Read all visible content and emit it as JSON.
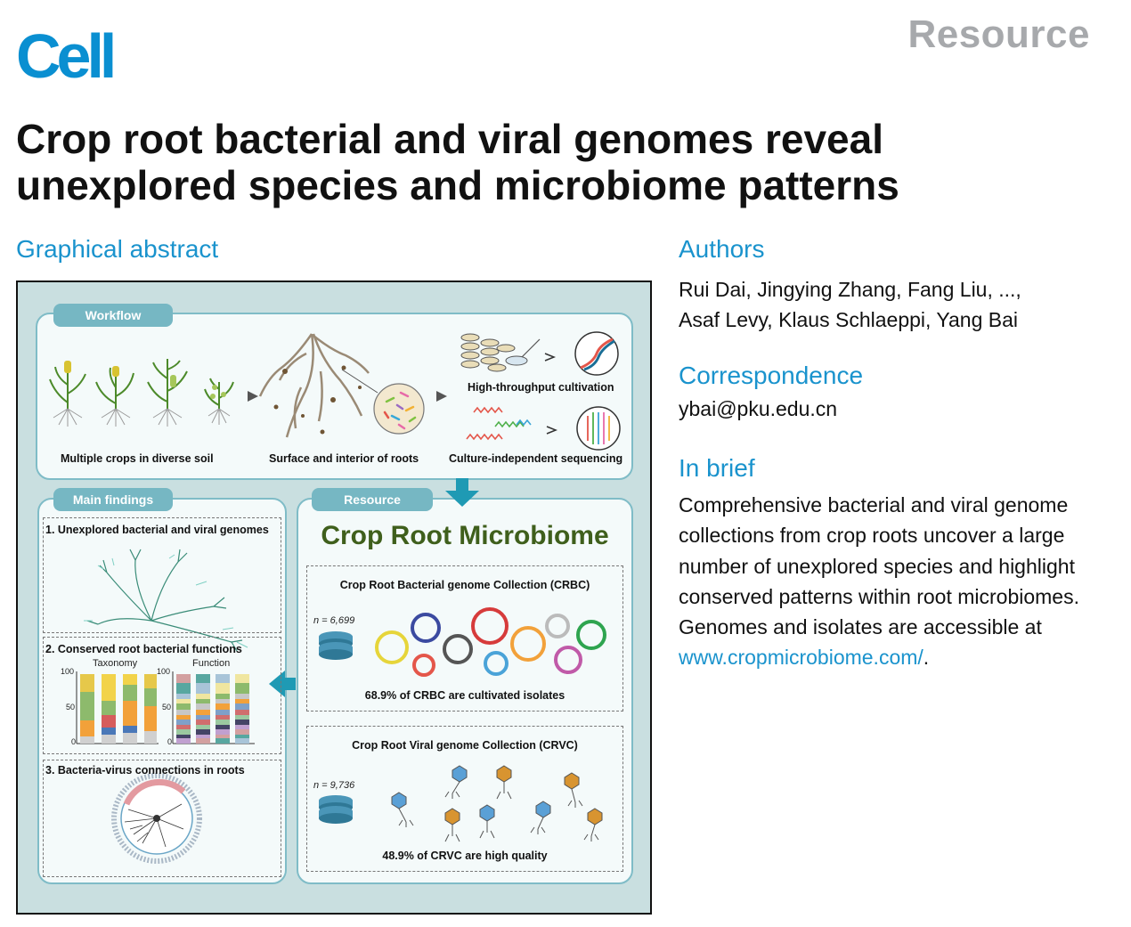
{
  "header": {
    "logo": "Cell",
    "doc_type": "Resource",
    "title_lines": [
      "Crop root bacterial and viral genomes reveal",
      "unexplored species and microbiome patterns"
    ]
  },
  "sections": {
    "graphical_abstract": "Graphical abstract",
    "authors": "Authors",
    "correspondence": "Correspondence",
    "in_brief": "In brief"
  },
  "authors_lines": [
    "Rui Dai, Jingying Zhang, Fang Liu, ...,",
    "Asaf Levy, Klaus Schlaeppi, Yang Bai"
  ],
  "correspondence_email": "ybai@pku.edu.cn",
  "in_brief": {
    "text": "Comprehensive bacterial and viral genome collections from crop roots uncover a large number of unexplored species and highlight conserved patterns within root microbiomes. Genomes and isolates are accessible at",
    "link_text": "www.cropmicrobiome.com/",
    "end": "."
  },
  "abstract": {
    "workflow": {
      "tab": "Workflow",
      "label_crops": "Multiple crops in diverse soil",
      "label_roots": "Surface and interior of roots",
      "label_cultivation": "High-throughput cultivation",
      "label_sequencing": "Culture-independent sequencing"
    },
    "main_findings": {
      "tab": "Main findings",
      "f1": "1. Unexplored bacterial and viral genomes",
      "f2": "2. Conserved root bacterial functions",
      "f2_taxonomy": "Taxonomy",
      "f2_function": "Function",
      "f3": "3. Bacteria-virus connections in roots",
      "axis_ticks": [
        "100",
        "50",
        "0"
      ]
    },
    "resource": {
      "tab": "Resource",
      "heading": "Crop Root Microbiome",
      "crbc_title": "Crop Root Bacterial genome Collection (CRBC)",
      "crbc_n": "n = 6,699",
      "crbc_stat": "68.9% of CRBC are cultivated isolates",
      "crvc_title": "Crop Root Viral genome Collection (CRVC)",
      "crvc_n": "n = 9,736",
      "crvc_stat": "48.9% of CRVC are high quality"
    }
  },
  "colors": {
    "cell_blue": "#0a8fd1",
    "section_blue": "#1a93cd",
    "resource_gray": "#a7a9ac",
    "panel_bg": "#c9dfe0",
    "tab": "#76b7c3",
    "heading_green": "#3f5f1c"
  }
}
